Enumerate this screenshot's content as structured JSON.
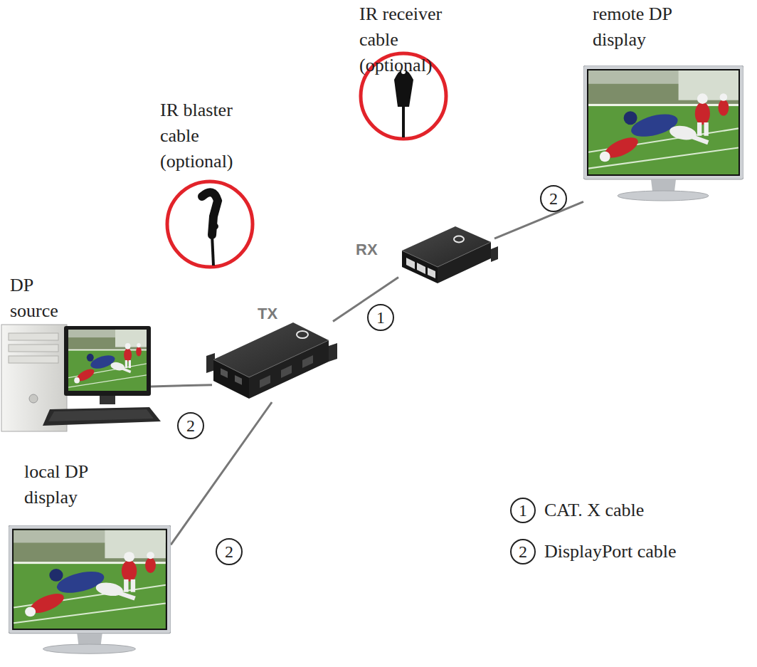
{
  "diagram": {
    "nodes": [
      {
        "text": [
          "IR receiver cable (optional)"
        ]
      },
      {
        "text": [
          "remote DP display"
        ]
      },
      {
        "text": [
          "IR blaster cable (optional)"
        ]
      },
      {
        "text": [
          "RX"
        ]
      },
      {
        "text": [
          "DP source"
        ]
      },
      {
        "text": [
          "TX"
        ]
      },
      {
        "text": [
          "local DP display"
        ]
      }
    ],
    "edges": [
      {
        "from": 4,
        "to": 5,
        "label": "2",
        "arrow": "none"
      },
      {
        "from": 5,
        "to": 3,
        "label": "1",
        "arrow": "none"
      },
      {
        "from": 3,
        "to": 1,
        "label": "2",
        "arrow": "none"
      },
      {
        "from": 5,
        "to": 6,
        "label": "2",
        "arrow": "none"
      }
    ],
    "labels": [
      "1",
      "2"
    ],
    "legend": [
      {
        "text": "CAT. X cable"
      },
      {
        "text": "DisplayPort cable"
      }
    ]
  }
}
